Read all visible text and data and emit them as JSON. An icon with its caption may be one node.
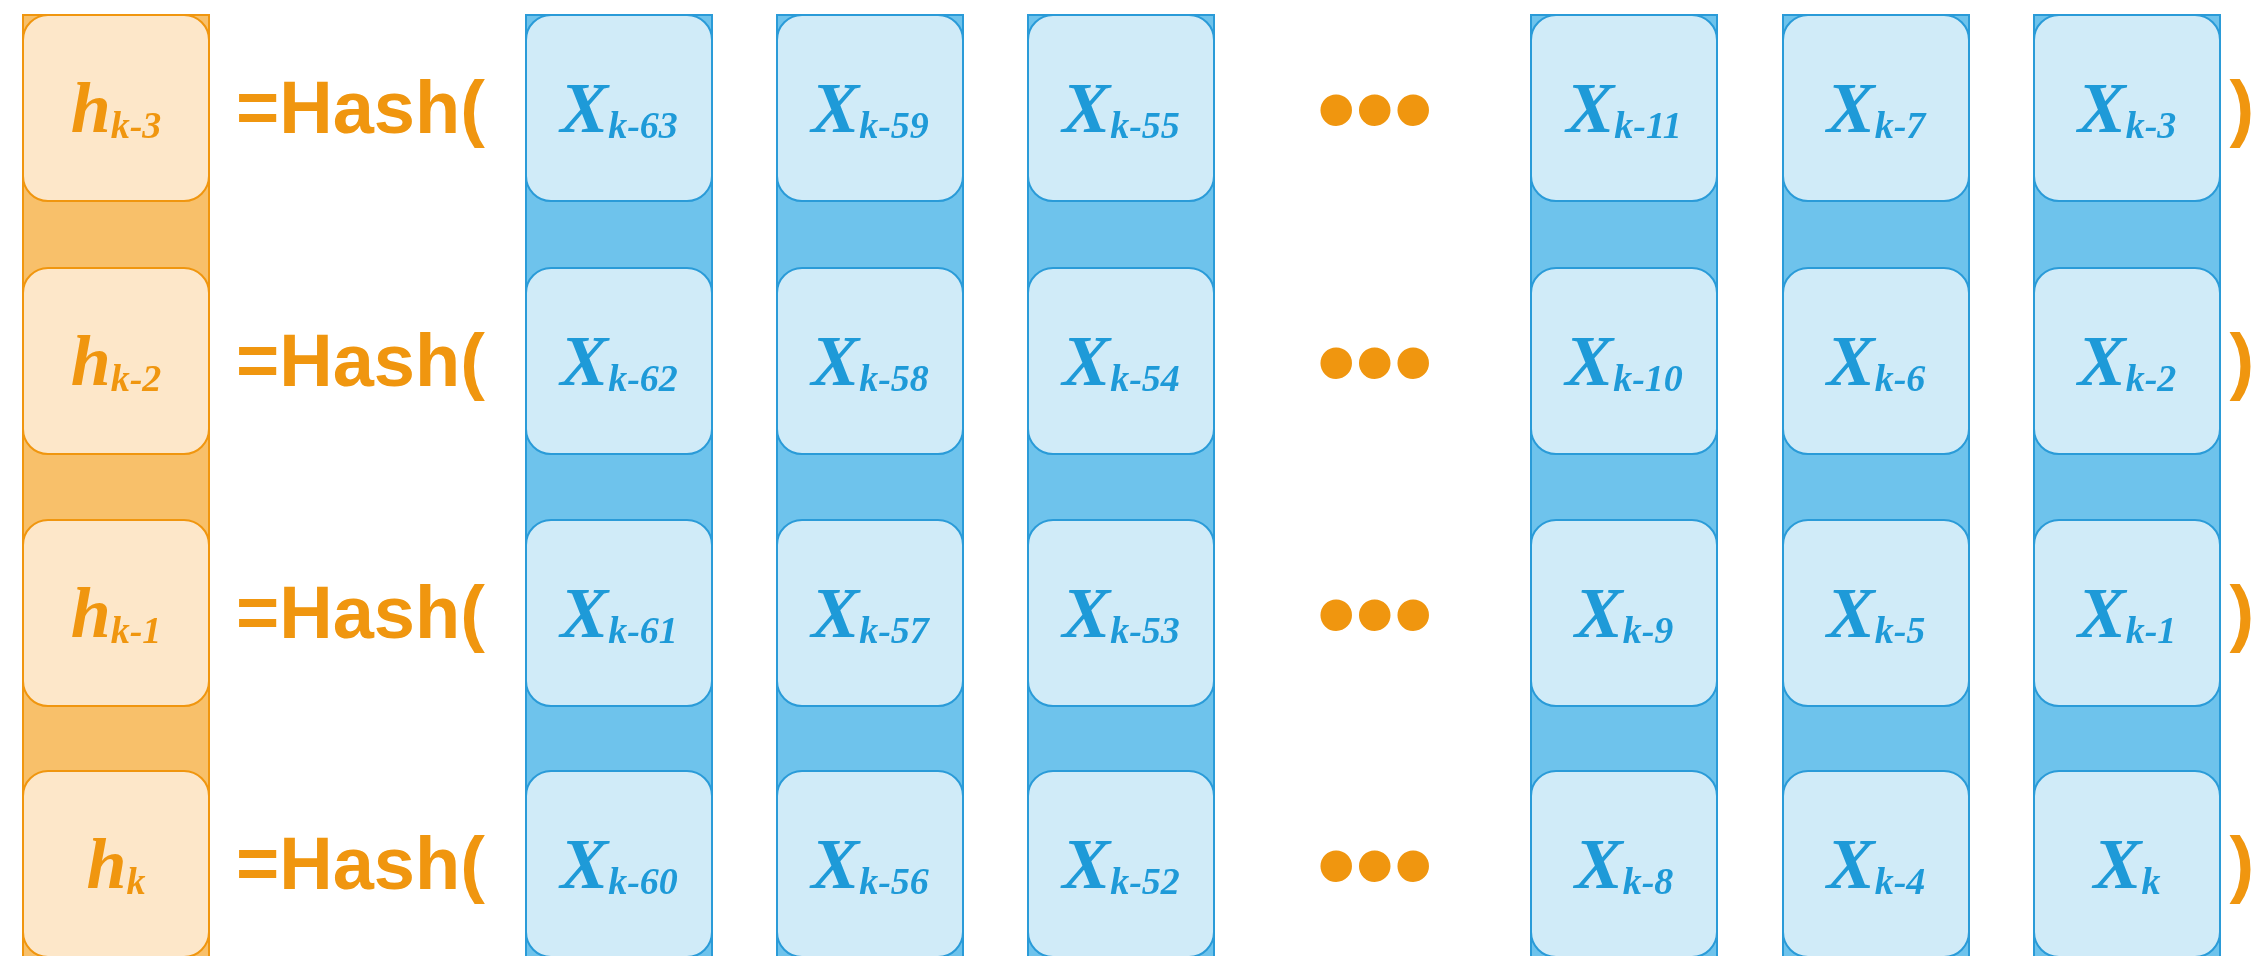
{
  "diagram": {
    "nodes": [
      {
        "text": [],
        "shape": "bar"
      },
      {
        "text": [
          "h$_{k-3}$"
        ],
        "in": 0
      },
      {
        "text": [
          "h$_{k-2}$"
        ],
        "in": 0
      },
      {
        "text": [
          "h$_{k-1}$"
        ],
        "in": 0
      },
      {
        "text": [
          "h$_{k}$"
        ],
        "in": 0
      },
      {
        "text": [],
        "shape": "bar"
      },
      {
        "text": [
          "X$_{k-63}$"
        ],
        "in": 5
      },
      {
        "text": [
          "X$_{k-62}$"
        ],
        "in": 5
      },
      {
        "text": [
          "X$_{k-61}$"
        ],
        "in": 5
      },
      {
        "text": [
          "X$_{k-60}$"
        ],
        "in": 5
      },
      {
        "text": [],
        "shape": "bar"
      },
      {
        "text": [
          "X$_{k-59}$"
        ],
        "in": 10
      },
      {
        "text": [
          "X$_{k-58}$"
        ],
        "in": 10
      },
      {
        "text": [
          "X$_{k-57}$"
        ],
        "in": 10
      },
      {
        "text": [
          "X$_{k-56}$"
        ],
        "in": 10
      },
      {
        "text": [],
        "shape": "bar"
      },
      {
        "text": [
          "X$_{k-55}$"
        ],
        "in": 15
      },
      {
        "text": [
          "X$_{k-54}$"
        ],
        "in": 15
      },
      {
        "text": [
          "X$_{k-53}$"
        ],
        "in": 15
      },
      {
        "text": [
          "X$_{k-52}$"
        ],
        "in": 15
      },
      {
        "text": [],
        "shape": "bar"
      },
      {
        "text": [
          "X$_{k-11}$"
        ],
        "in": 20
      },
      {
        "text": [
          "X$_{k-10}$"
        ],
        "in": 20
      },
      {
        "text": [
          "X$_{k-9}$"
        ],
        "in": 20
      },
      {
        "text": [
          "X$_{k-8}$"
        ],
        "in": 20
      },
      {
        "text": [],
        "shape": "bar"
      },
      {
        "text": [
          "X$_{k-7}$"
        ],
        "in": 25
      },
      {
        "text": [
          "X$_{k-6}$"
        ],
        "in": 25
      },
      {
        "text": [
          "X$_{k-5}$"
        ],
        "in": 25
      },
      {
        "text": [
          "X$_{k-4}$"
        ],
        "in": 25
      },
      {
        "text": [],
        "shape": "bar"
      },
      {
        "text": [
          "X$_{k-3}$"
        ],
        "in": 30
      },
      {
        "text": [
          "X$_{k-2}$"
        ],
        "in": 30
      },
      {
        "text": [
          "X$_{k-1}$"
        ],
        "in": 30
      },
      {
        "text": [
          "X$_{k}$"
        ],
        "in": 30
      }
    ],
    "labels": [
      "=Hash(",
      "•••",
      ")",
      "=Hash(",
      "•••",
      ")",
      "=Hash(",
      "•••",
      ")",
      "=Hash(",
      "•••",
      ")"
    ]
  }
}
